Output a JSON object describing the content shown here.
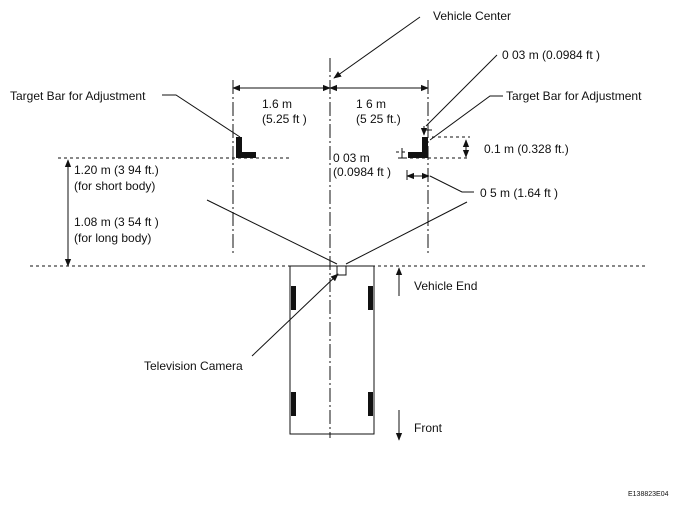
{
  "labels": {
    "vehicle_center": "Vehicle Center",
    "target_bar_left": "Target Bar for Adjustment",
    "target_bar_right": "Target Bar for Adjustment",
    "dim_left_m": "1.6 m",
    "dim_left_ft": "(5.25 ft )",
    "dim_right_m": "1 6 m",
    "dim_right_ft": "(5 25 ft.)",
    "small_offset_top": "0 03 m (0.0984 ft )",
    "bar_height": "0.1 m (0.328 ft.)",
    "small_offset_mid_m": "0 03 m",
    "small_offset_mid_ft": "(0.0984 ft )",
    "bar_offset": "0 5 m (1.64 ft )",
    "short_body_m": "1.20 m (3 94 ft.)",
    "short_body_note": "(for short body)",
    "long_body_m": "1.08 m (3 54 ft )",
    "long_body_note": "(for long body)",
    "vehicle_end": "Vehicle End",
    "television_camera": "Television Camera",
    "front": "Front",
    "figure_code": "E138823E04"
  }
}
